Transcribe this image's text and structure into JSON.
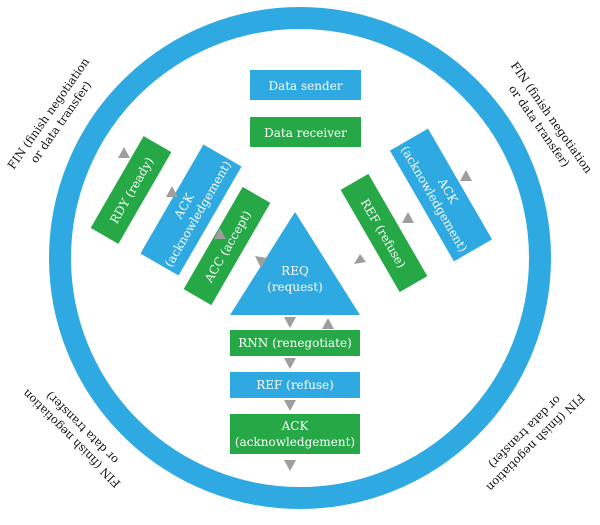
{
  "colors": {
    "blue": "#2EA9E1",
    "green": "#27A847",
    "arrow": "#9E9E9E",
    "text_dark": "#111111",
    "text_light": "#ffffff"
  },
  "legend": {
    "sender": "Data sender",
    "receiver": "Data receiver"
  },
  "center": {
    "line1": "REQ",
    "line2": "(request)"
  },
  "left_arm": {
    "rdy": "RDY (ready)",
    "ack_line1": "ACK",
    "ack_line2": "(acknowledgement)",
    "acc": "ACC (accept)"
  },
  "right_arm": {
    "ack_line1": "ACK",
    "ack_line2": "(acknowledgement)",
    "ref": "REF (refuse)"
  },
  "bottom_arm": {
    "rnn": "RNN (renegotiate)",
    "ref": "REF (refuse)",
    "ack_line1": "ACK",
    "ack_line2": "(acknowledgement)"
  },
  "fin": {
    "tl_line1": "FIN (finish negotiation",
    "tl_line2": "or data transfer)",
    "tr_line1": "FIN (finish negotiation",
    "tr_line2": "or data transfer)",
    "bl_line1": "FIN (finish negotiation",
    "bl_line2": "or data transfer)",
    "br_line1": "FIN (finish negotiation",
    "br_line2": "or data transfer)"
  }
}
